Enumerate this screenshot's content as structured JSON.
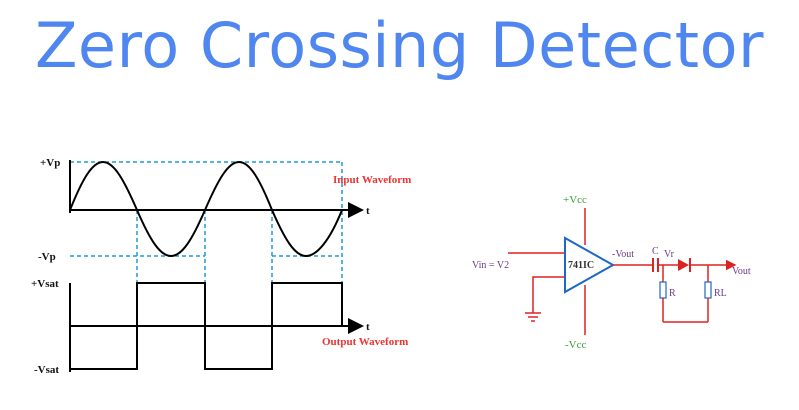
{
  "title": "Zero Crossing Detector",
  "waveform": {
    "vp_pos": "+Vp",
    "vp_neg": "-Vp",
    "vsat_pos": "+Vsat",
    "vsat_neg": "-Vsat",
    "t_top": "t",
    "t_bottom": "t",
    "input_label": "Input Waveform",
    "output_label": "Output Waveform"
  },
  "circuit": {
    "vcc_pos": "+Vcc",
    "vcc_neg": "-Vcc",
    "vin": "Vin = V2",
    "ic": "741IC",
    "vout_op": "-Vout",
    "cap": "C",
    "vr": "Vr",
    "r": "R",
    "rl": "RL",
    "vout": "Vout"
  },
  "colors": {
    "title": "#4f86f0",
    "accent": "#e33333",
    "guide": "#1e9bd7",
    "supply": "#3c9a3c"
  }
}
